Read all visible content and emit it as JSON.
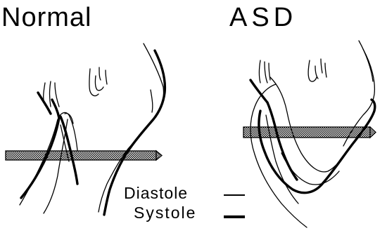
{
  "panels": [
    {
      "title": "Normal"
    },
    {
      "title": "ASD"
    }
  ],
  "legend": {
    "diastole_label": "Diastole",
    "systole_label": "Systole"
  }
}
